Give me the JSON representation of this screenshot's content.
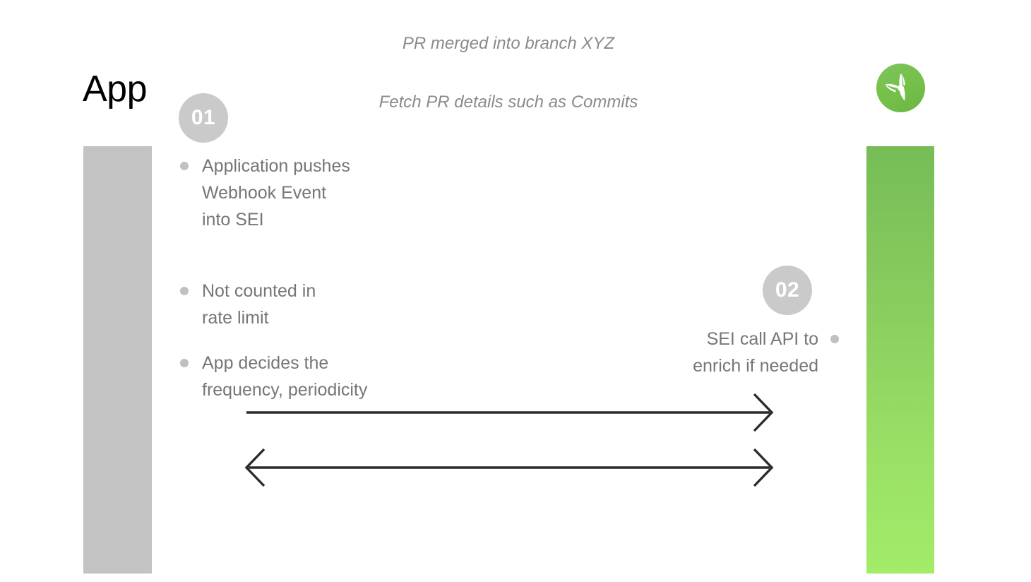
{
  "slide": {
    "title": "App",
    "background_color": "#ffffff"
  },
  "logo": {
    "name": "harness-propeller-logo",
    "gradient_from": "#7ec45c",
    "gradient_to": "#6cb544",
    "mark_color": "#ffffff"
  },
  "lanes": {
    "left": {
      "name": "App lane",
      "color": "#c3c3c3"
    },
    "right": {
      "name": "SEI lane",
      "gradient_top": "#76bd57",
      "gradient_bottom": "#a2ec69"
    }
  },
  "steps": [
    {
      "number": "01",
      "side": "left",
      "badge_color": "#cacaca",
      "bullets": [
        "Application pushes\nWebhook Event\ninto SEI",
        "Not counted in\nrate limit",
        "App decides the\nfrequency, periodicity"
      ]
    },
    {
      "number": "02",
      "side": "right",
      "badge_color": "#cacaca",
      "bullets": [
        "SEI call API to\nenrich if needed"
      ]
    }
  ],
  "arrows": [
    {
      "name": "pr-merged-arrow",
      "direction": "right",
      "caption": "PR merged into branch XYZ",
      "color": "#2b2b2b"
    },
    {
      "name": "fetch-pr-details-arrow",
      "direction": "both",
      "caption": "Fetch PR details such as Commits",
      "color": "#2b2b2b"
    }
  ],
  "colors": {
    "text_muted": "#767676",
    "caption": "#8a8a8a",
    "bullet_dot": "#c0c0c0",
    "title": "#000000"
  }
}
